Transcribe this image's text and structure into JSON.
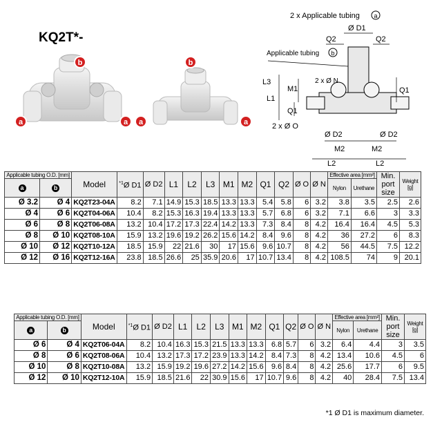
{
  "title": "KQ2T*-",
  "photo_labels": {
    "a": "a",
    "b": "b"
  },
  "drawing": {
    "label_2x_tubing": "2 x Applicable tubing",
    "label_tubing_b": "Applicable tubing",
    "circle_a": "a",
    "circle_b": "b",
    "dim_D1": "Ø D1",
    "dim_Q2": "Q2",
    "dim_L1": "L1",
    "dim_M1": "M1",
    "dim_Q1": "Q1",
    "dim_2xN": "2 x Ø N",
    "dim_2xO": "2 x Ø O",
    "dim_D2": "Ø D2",
    "dim_M2": "M2",
    "dim_L2": "L2",
    "dim_L3": "L3"
  },
  "headers": {
    "tubing_od": "Applicable tubing O.D. [mm]",
    "a": "a",
    "b": "b",
    "model": "Model",
    "d1": "Ø D1",
    "d1_note": "*1",
    "d2": "Ø D2",
    "l1": "L1",
    "l2": "L2",
    "l3": "L3",
    "m1": "M1",
    "m2": "M2",
    "q1": "Q1",
    "q2": "Q2",
    "o": "Ø O",
    "n": "Ø N",
    "effective_area": "Effective area [mm²]",
    "nylon": "Nylon",
    "urethane": "Urethane",
    "min_port": "Min. port size",
    "weight": "Weight [g]"
  },
  "table1": [
    [
      "Ø 3.2",
      "Ø 4",
      "KQ2T23-04A",
      "8.2",
      "7.1",
      "14.9",
      "15.3",
      "18.5",
      "13.3",
      "13.3",
      "5.4",
      "5.8",
      "6",
      "3.2",
      "3.8",
      "3.5",
      "2.5",
      "2.6"
    ],
    [
      "Ø 4",
      "Ø 6",
      "KQ2T04-06A",
      "10.4",
      "8.2",
      "15.3",
      "16.3",
      "19.4",
      "13.3",
      "13.3",
      "5.7",
      "6.8",
      "6",
      "3.2",
      "7.1",
      "6.6",
      "3",
      "3.3"
    ],
    [
      "Ø 6",
      "Ø 8",
      "KQ2T06-08A",
      "13.2",
      "10.4",
      "17.2",
      "17.3",
      "22.4",
      "14.2",
      "13.3",
      "7.3",
      "8.4",
      "8",
      "4.2",
      "16.4",
      "16.4",
      "4.5",
      "5.3"
    ],
    [
      "Ø 8",
      "Ø 10",
      "KQ2T08-10A",
      "15.9",
      "13.2",
      "19.6",
      "19.2",
      "26.2",
      "15.6",
      "14.2",
      "8.4",
      "9.6",
      "8",
      "4.2",
      "36",
      "27.2",
      "6",
      "8.3"
    ],
    [
      "Ø 10",
      "Ø 12",
      "KQ2T10-12A",
      "18.5",
      "15.9",
      "22",
      "21.6",
      "30",
      "17",
      "15.6",
      "9.6",
      "10.7",
      "8",
      "4.2",
      "56",
      "44.5",
      "7.5",
      "12.2"
    ],
    [
      "Ø 12",
      "Ø 16",
      "KQ2T12-16A",
      "23.8",
      "18.5",
      "26.6",
      "25",
      "35.9",
      "20.6",
      "17",
      "10.7",
      "13.4",
      "8",
      "4.2",
      "108.5",
      "74",
      "9",
      "20.1"
    ]
  ],
  "table2": [
    [
      "Ø 6",
      "Ø 4",
      "KQ2T06-04A",
      "8.2",
      "10.4",
      "16.3",
      "15.3",
      "21.5",
      "13.3",
      "13.3",
      "6.8",
      "5.7",
      "6",
      "3.2",
      "6.4",
      "4.4",
      "3",
      "3.5"
    ],
    [
      "Ø 8",
      "Ø 6",
      "KQ2T08-06A",
      "10.4",
      "13.2",
      "17.3",
      "17.2",
      "23.9",
      "13.3",
      "14.2",
      "8.4",
      "7.3",
      "8",
      "4.2",
      "13.4",
      "10.6",
      "4.5",
      "6"
    ],
    [
      "Ø 10",
      "Ø 8",
      "KQ2T10-08A",
      "13.2",
      "15.9",
      "19.2",
      "19.6",
      "27.2",
      "14.2",
      "15.6",
      "9.6",
      "8.4",
      "8",
      "4.2",
      "25.6",
      "17.7",
      "6",
      "9.5"
    ],
    [
      "Ø 12",
      "Ø 10",
      "KQ2T12-10A",
      "15.9",
      "18.5",
      "21.6",
      "22",
      "30.9",
      "15.6",
      "17",
      "10.7",
      "9.6",
      "8",
      "4.2",
      "40",
      "28.4",
      "7.5",
      "13.4"
    ]
  ],
  "footnote": "*1 Ø D1 is maximum diameter."
}
